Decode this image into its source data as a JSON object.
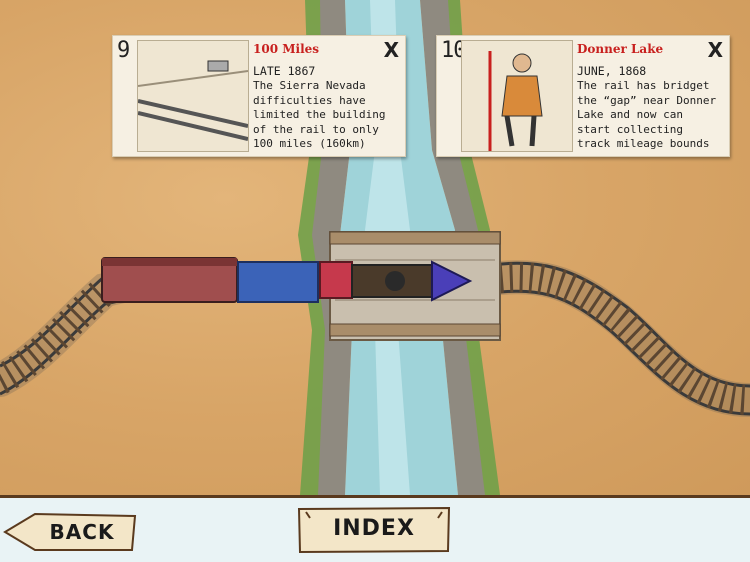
{
  "cards": [
    {
      "number": "9",
      "title": "100 Miles",
      "date": "LATE 1867",
      "text": "The Sierra Nevada difficulties have limited the building of the rail to only 100 miles (160km)",
      "close": "X"
    },
    {
      "number": "10",
      "title": "Donner Lake",
      "date": "JUNE, 1868",
      "text": "The rail has bridget the “gap” near Donner Lake and now can start collecting track mileage bounds",
      "close": "X"
    }
  ],
  "nav": {
    "back_label": "BACK",
    "index_label": "INDEX"
  },
  "colors": {
    "ground": "#d8a567",
    "river": "#9fd3d9",
    "card_title": "#c8201e",
    "footer": "#e9f3f5"
  }
}
